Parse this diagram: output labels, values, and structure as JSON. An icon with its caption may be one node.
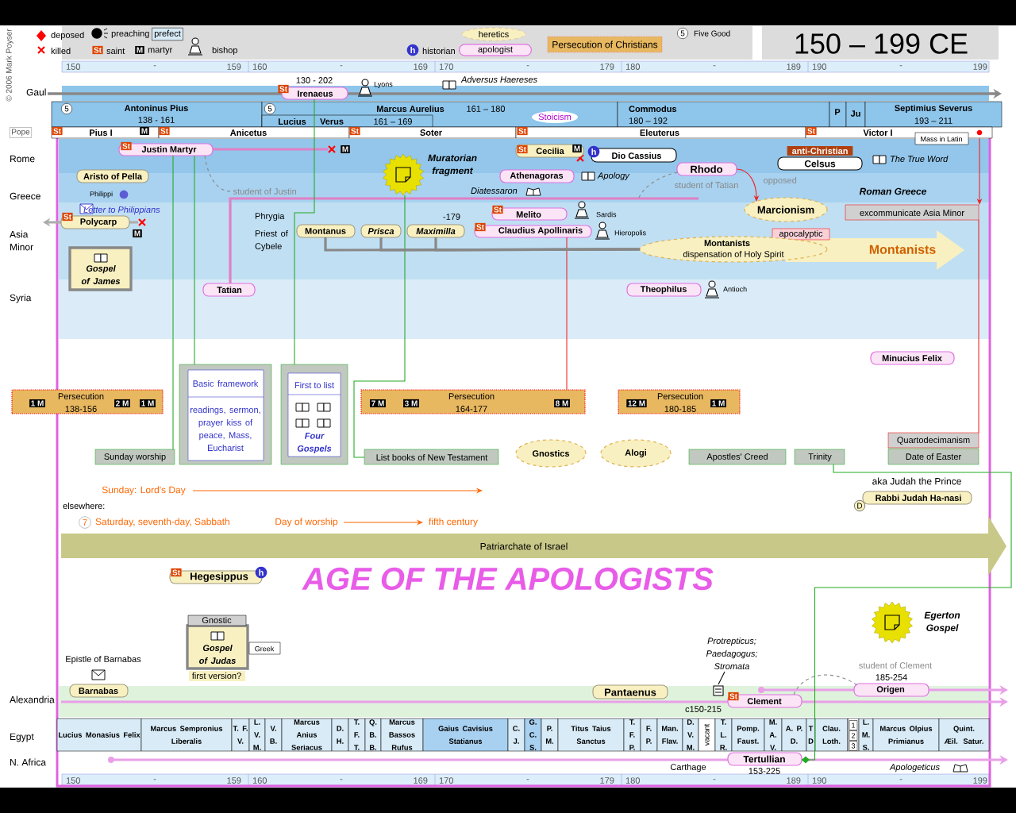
{
  "diagram": {
    "title": "150 – 199 CE",
    "nodes": [
      {
        "text": [
          "5",
          "Antoninus Pius",
          "138 - 161"
        ]
      },
      {
        "text": [
          "5",
          "Marcus Aurelius",
          "161 – 180"
        ]
      },
      {
        "text": [
          "Lucius",
          "Verus",
          "161 – 169"
        ],
        "in": 1
      },
      {
        "text": [
          "Stoicism"
        ],
        "in": 1
      },
      {
        "text": [
          "Commodus",
          "180 – 192"
        ]
      },
      {
        "text": [
          "P"
        ]
      },
      {
        "text": [
          "Ju"
        ]
      },
      {
        "text": [
          "Septimius Severus",
          "193 – 211"
        ]
      },
      {
        "text": [
          "St",
          "Pius I",
          "M"
        ]
      },
      {
        "text": [
          "St",
          "Anicetus"
        ]
      },
      {
        "text": [
          "St",
          "Soter"
        ]
      },
      {
        "text": [
          "St",
          "Eleuterus"
        ]
      },
      {
        "text": [
          "St",
          "Victor I"
        ]
      },
      {
        "text": [
          "Mass in Latin"
        ]
      },
      {
        "text": [
          "St",
          "Irenaeus"
        ],
        "beside": [
          "130 - 202"
        ]
      },
      {
        "text": [
          "St",
          "Justin Martyr"
        ]
      },
      {
        "text": [
          "Aristo of Pella"
        ]
      },
      {
        "text": [
          "St",
          "Polycarp"
        ]
      },
      {
        "text": [
          "Gospel of James"
        ]
      },
      {
        "text": [
          "Tatian"
        ]
      },
      {
        "text": [
          "Muratorian fragment"
        ]
      },
      {
        "text": [
          "St",
          "Cecilia",
          "M"
        ]
      },
      {
        "text": [
          "h",
          "Dio Cassius"
        ]
      },
      {
        "text": [
          "Athenagoras"
        ]
      },
      {
        "text": [
          "Rhodo"
        ]
      },
      {
        "text": [
          "anti-Christian",
          "Celsus"
        ]
      },
      {
        "text": [
          "Marcionism"
        ]
      },
      {
        "text": [
          "excommunicate Asia Minor"
        ]
      },
      {
        "text": [
          "Montanus"
        ]
      },
      {
        "text": [
          "Prisca"
        ]
      },
      {
        "text": [
          "Maximilla"
        ]
      },
      {
        "text": [
          "St",
          "Melito"
        ]
      },
      {
        "text": [
          "St",
          "Claudius Apollinaris"
        ]
      },
      {
        "text": [
          "apocalyptic"
        ]
      },
      {
        "text": [
          "Montanists",
          "dispensation of Holy Spirit"
        ]
      },
      {
        "text": [
          "Montanists"
        ]
      },
      {
        "text": [
          "Theophilus"
        ]
      },
      {
        "text": [
          "Minucius Felix"
        ]
      },
      {
        "text": [
          "1 M",
          "Persecution",
          "138-156",
          "2 M",
          "1 M"
        ]
      },
      {
        "text": [
          "Basic framework",
          "readings, sermon, prayer kiss of peace, Mass, Eucharist"
        ]
      },
      {
        "text": [
          "First to list",
          "Four Gospels"
        ]
      },
      {
        "text": [
          "7 M",
          "3 M",
          "Persecution",
          "164-177",
          "8 M"
        ]
      },
      {
        "text": [
          "12 M",
          "Persecution",
          "180-185",
          "1 M"
        ]
      },
      {
        "text": [
          "Sunday worship"
        ]
      },
      {
        "text": [
          "List books of New Testament"
        ]
      },
      {
        "text": [
          "Gnostics"
        ]
      },
      {
        "text": [
          "Alogi"
        ]
      },
      {
        "text": [
          "Apostles' Creed"
        ]
      },
      {
        "text": [
          "Trinity"
        ]
      },
      {
        "text": [
          "Quartodecimanism"
        ]
      },
      {
        "text": [
          "Date of Easter"
        ]
      },
      {
        "text": [
          "D",
          "Rabbi Judah Ha-nasi"
        ],
        "beside": [
          "aka Judah the Prince"
        ]
      },
      {
        "text": [
          "Patriarchate of Israel"
        ]
      },
      {
        "text": [
          "St",
          "Hegesippus",
          "h"
        ]
      },
      {
        "text": [
          "Gnostic",
          "Gospel of Judas",
          "first version?"
        ]
      },
      {
        "text": [
          "Greek"
        ]
      },
      {
        "text": [
          "Egerton Gospel"
        ]
      },
      {
        "text": [
          "Barnabas"
        ],
        "beside": [
          "Epistle of Barnabas"
        ]
      },
      {
        "text": [
          "Pantaenus"
        ]
      },
      {
        "text": [
          "Protrepticus; Paedagogus; Stromata"
        ]
      },
      {
        "text": [],
        "shape": "picture"
      },
      {
        "text": [
          "St",
          "Clement"
        ],
        "beside": [
          "c150-215"
        ]
      },
      {
        "text": [
          "Origen"
        ],
        "beside": [
          "185-254"
        ]
      },
      {
        "text": [
          "Tertullian"
        ],
        "beside": [
          "153-225"
        ]
      },
      {
        "text": [
          "Sunday: Lord's Day"
        ]
      },
      {
        "text": [
          "Day of worship"
        ]
      },
      {
        "text": [
          "fifth century"
        ]
      }
    ],
    "edges": [
      {
        "from": 15,
        "to": 43,
        "arrow": "none",
        "color": "#22aa22"
      },
      {
        "from": 15,
        "to": 39,
        "arrow": "none",
        "color": "#22aa22"
      },
      {
        "from": 14,
        "to": 40,
        "arrow": "none",
        "color": "#22aa22"
      },
      {
        "from": 20,
        "to": 44,
        "arrow": "none",
        "color": "#22aa22"
      },
      {
        "from": 32,
        "to": 41,
        "arrow": "none",
        "color": "#ee2222"
      },
      {
        "from": 24,
        "to": 26,
        "arrow": "to",
        "label": "opposed",
        "color": "#ee2222"
      },
      {
        "from": 12,
        "to": 27,
        "arrow": "to",
        "color": "#ee2222"
      },
      {
        "from": 27,
        "to": 49,
        "arrow": "none",
        "color": "#ee2222"
      },
      {
        "from": 28,
        "to": 34,
        "arrow": "none",
        "style": "thick",
        "color": "#888888"
      },
      {
        "from": 29,
        "to": 34,
        "arrow": "none",
        "style": "thick",
        "color": "#888888"
      },
      {
        "from": 30,
        "to": 34,
        "arrow": "none",
        "style": "thick",
        "color": "#888888"
      },
      {
        "from": 48,
        "to": 63,
        "arrow": "other",
        "color": "#22aa22"
      },
      {
        "from": 64,
        "to": null,
        "arrow": "to",
        "color": "#ff6600"
      },
      {
        "from": 65,
        "to": 66,
        "arrow": "to",
        "color": "#ff6600"
      },
      {
        "from": 59,
        "to": 60,
        "arrow": "none",
        "color": "#000000"
      },
      {
        "from": 15,
        "to": null,
        "arrow": "none",
        "label": "student of Justin",
        "style": "dashed",
        "color": "#888888"
      },
      {
        "from": null,
        "to": 24,
        "arrow": "none",
        "label": "student of Tatian",
        "style": "dashed",
        "color": "#888888"
      },
      {
        "from": 61,
        "to": 62,
        "arrow": "none",
        "label": "student of Clement",
        "style": "dashed",
        "color": "#888888"
      }
    ],
    "labels": [
      "© 2006 Mark Poyser",
      "150",
      "-",
      "159",
      "160",
      "-",
      "169",
      "170",
      "-",
      "179",
      "180",
      "-",
      "189",
      "190",
      "-",
      "199",
      "150",
      "-",
      "159",
      "160",
      "-",
      "169",
      "170",
      "-",
      "179",
      "180",
      "-",
      "189",
      "190",
      "-",
      "199",
      "Gaul",
      "Pope",
      "Rome",
      "Greece",
      "Asia Minor",
      "Syria",
      "Alexandria",
      "Egypt",
      "N. Africa",
      "Lyons",
      "Adversus Haereses",
      "Philippi",
      "Letter to Philippians",
      "Diatessaron",
      "Apology",
      "The True Word",
      "Roman Greece",
      "Phrygia",
      "Priest of Cybele",
      "-179",
      "Sardis",
      "Hieropolis",
      "Antioch",
      "elsewhere:",
      "7",
      "Saturday, seventh-day, Sabbath",
      "AGE OF THE APOLOGISTS",
      "Carthage",
      "Apologeticus",
      "Lucius Monasius Felix",
      "Marcus Sempronius Liberalis",
      "T. F. V.",
      "L. V. M.",
      "V. B.",
      "Marcus Anius Seriacus",
      "D. H.",
      "T. F. T.",
      "Q. B. B.",
      "Marcus Bassos Rufus",
      "Gaius Cavisius Statianus",
      "C. J.",
      "G. C. S.",
      "P. M.",
      "Titus Taius Sanctus",
      "T. F. P.",
      "F. P.",
      "Man. Flav.",
      "D. V. M.",
      "vacant",
      "T. L. R.",
      "Pomp. Faust.",
      "M. A. V.",
      "A. P. D.",
      "T D",
      "Clau. Loth.",
      "1",
      "2",
      "3",
      "L. M. S.",
      "Marcus Olpius Primianus",
      "Quint. Æil. Satur.",
      "St",
      "M",
      "h",
      "5",
      "M",
      "M"
    ],
    "legend": [
      {
        "text": "deposed"
      },
      {
        "text": "killed"
      },
      {
        "text": "preaching"
      },
      {
        "text": "prefect"
      },
      {
        "text": "saint"
      },
      {
        "text": "martyr"
      },
      {
        "text": "bishop"
      },
      {
        "text": "historian"
      },
      {
        "text": "heretics"
      },
      {
        "text": "apologist"
      },
      {
        "text": "Persecution of Christians"
      },
      {
        "text": "Five Good"
      }
    ]
  }
}
